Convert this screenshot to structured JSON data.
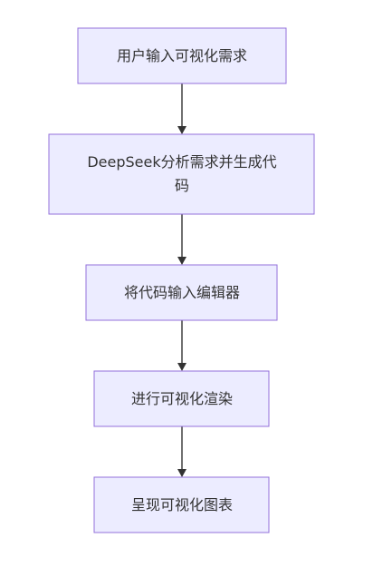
{
  "flowchart": {
    "nodes": [
      {
        "id": "input",
        "lines": [
          "用户输入可视化需求"
        ]
      },
      {
        "id": "deepseek",
        "lines": [
          "DeepSeek分析需求并生成代",
          "码"
        ]
      },
      {
        "id": "editor",
        "lines": [
          "将代码输入编辑器"
        ]
      },
      {
        "id": "render",
        "lines": [
          "进行可视化渲染"
        ]
      },
      {
        "id": "present",
        "lines": [
          "呈现可视化图表"
        ]
      }
    ],
    "edges": [
      {
        "from": "input",
        "to": "deepseek"
      },
      {
        "from": "deepseek",
        "to": "editor"
      },
      {
        "from": "editor",
        "to": "render"
      },
      {
        "from": "render",
        "to": "present"
      }
    ]
  },
  "colors": {
    "node_fill": "#ececff",
    "node_stroke": "#9370db",
    "text": "#333333",
    "edge": "#333333"
  }
}
